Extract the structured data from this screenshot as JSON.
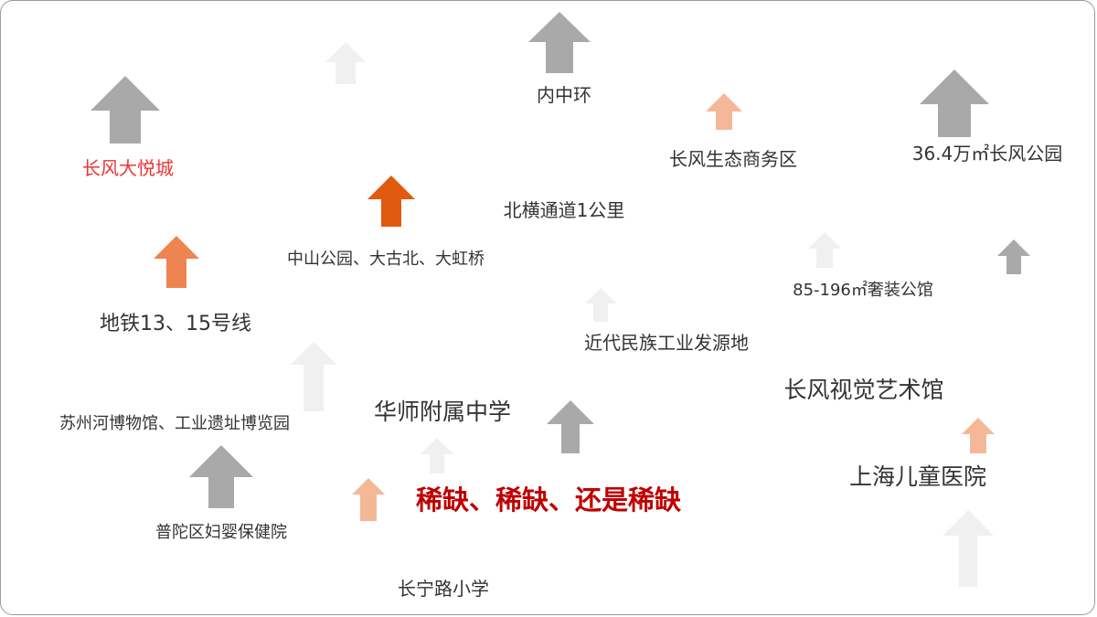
{
  "colors": {
    "gray": "#a9a9a9",
    "light_gray": "#f0f0f0",
    "orange_dark": "#e05a10",
    "orange": "#ee8550",
    "orange_light": "#f4b898"
  },
  "labels": {
    "changfeng_joy_city": "长风大悦城",
    "inner_middle_ring": "内中环",
    "changfeng_eco_business": "长风生态商务区",
    "changfeng_park": "36.4万㎡长风公园",
    "north_channel": "北横通道1公里",
    "parks_bridges": "中山公园、大古北、大虹桥",
    "metro_lines": "地铁13、15号线",
    "villa_area": "85-196㎡奢装公馆",
    "industry_origin": "近代民族工业发源地",
    "visual_art_museum": "长风视觉艺术馆",
    "suzhou_river_museum": "苏州河博物馆、工业遗址博览园",
    "ecnu_high_school": "华师附属中学",
    "childrens_hospital": "上海儿童医院",
    "headline": "稀缺、稀缺、还是稀缺",
    "putuo_maternity": "普陀区妇婴保健院",
    "changning_primary": "长宁路小学"
  },
  "arrows": [
    {
      "name": "arrow-up-icon-top-left-faint",
      "color": "light_gray"
    },
    {
      "name": "arrow-up-icon-inner-ring",
      "color": "gray"
    },
    {
      "name": "arrow-up-icon-joy-city",
      "color": "gray"
    },
    {
      "name": "arrow-up-icon-eco-business",
      "color": "orange_light"
    },
    {
      "name": "arrow-up-icon-changfeng-park",
      "color": "gray"
    },
    {
      "name": "arrow-up-icon-parks-bridges",
      "color": "orange_dark"
    },
    {
      "name": "arrow-up-icon-metro",
      "color": "orange"
    },
    {
      "name": "arrow-up-icon-villa-faint",
      "color": "light_gray"
    },
    {
      "name": "arrow-up-icon-right-gray",
      "color": "gray"
    },
    {
      "name": "arrow-up-icon-industry-faint",
      "color": "light_gray"
    },
    {
      "name": "arrow-up-icon-left-mid-faint",
      "color": "light_gray"
    },
    {
      "name": "arrow-up-icon-school-gray",
      "color": "gray"
    },
    {
      "name": "arrow-up-icon-school-faint",
      "color": "light_gray"
    },
    {
      "name": "arrow-up-icon-hospital",
      "color": "orange_light"
    },
    {
      "name": "arrow-up-icon-maternity",
      "color": "gray"
    },
    {
      "name": "arrow-up-icon-headline",
      "color": "orange_light"
    },
    {
      "name": "arrow-up-icon-bottom-right-faint",
      "color": "light_gray"
    }
  ]
}
